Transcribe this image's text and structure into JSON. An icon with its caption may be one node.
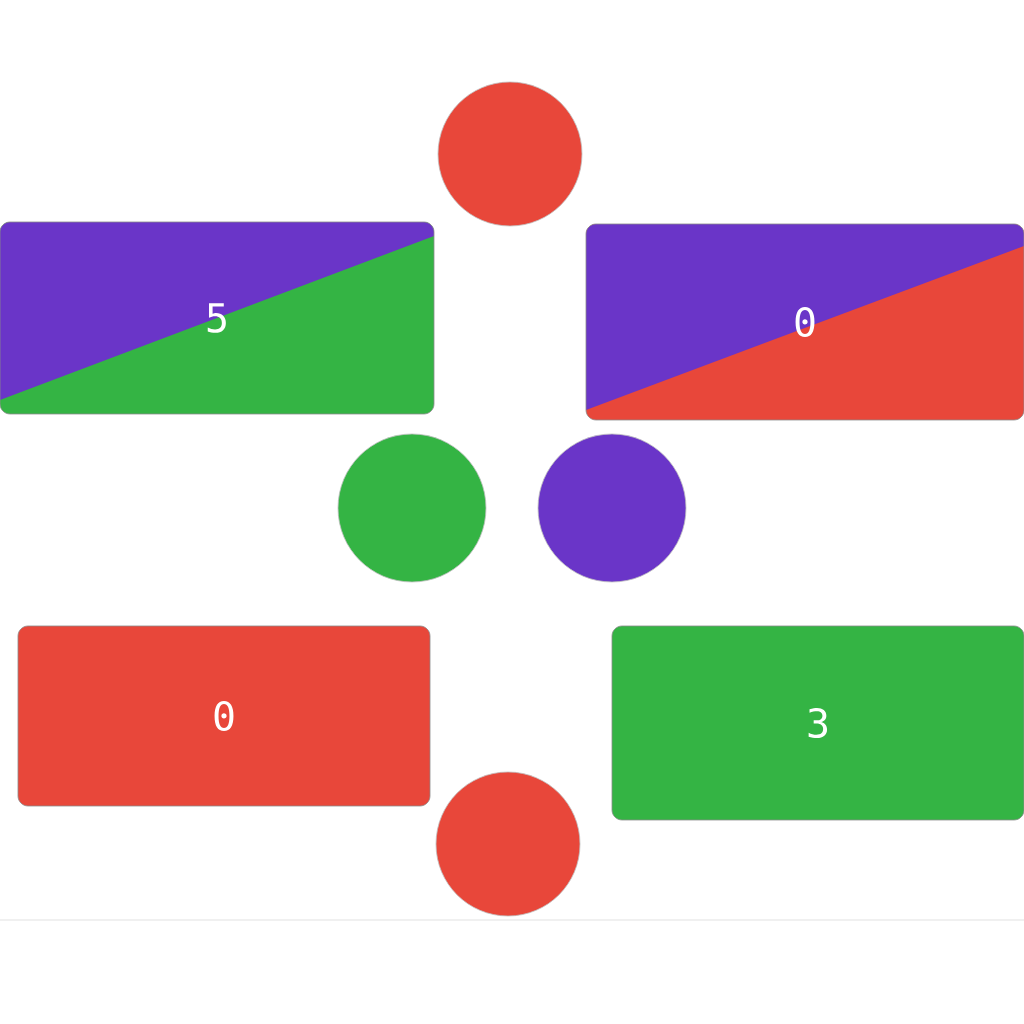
{
  "diagram": {
    "nodes": [
      {
        "text": [],
        "shape": "circle"
      },
      {
        "text": [
          "5"
        ]
      },
      {
        "text": [
          "0"
        ]
      },
      {
        "text": [],
        "shape": "circle"
      },
      {
        "text": [],
        "shape": "circle"
      },
      {
        "text": [
          "0"
        ]
      },
      {
        "text": [
          "3"
        ]
      },
      {
        "text": [],
        "shape": "circle"
      }
    ]
  }
}
